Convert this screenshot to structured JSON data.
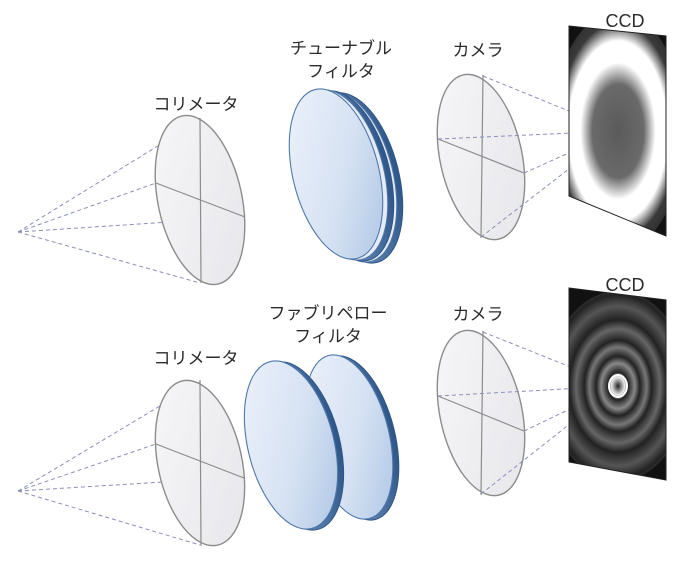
{
  "top": {
    "collimator_label": "コリメータ",
    "filter_label_line1": "チューナブル",
    "filter_label_line2": "フィルタ",
    "camera_label": "カメラ",
    "ccd_label": "CCD"
  },
  "bottom": {
    "collimator_label": "コリメータ",
    "filter_label_line1": "ファブリペロー",
    "filter_label_line2": "フィルタ",
    "camera_label": "カメラ",
    "ccd_label": "CCD"
  },
  "colors": {
    "lens_stroke": "#8c8c8c",
    "lens_fill": "#f2f2f4",
    "filter_face": "#dfe8f5",
    "filter_edge": "#4f78a8",
    "ray": "#8a8fb8",
    "ccd_bg": "#111111"
  }
}
